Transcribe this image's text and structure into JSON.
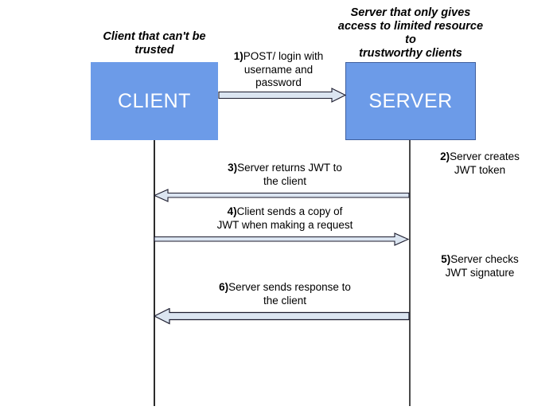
{
  "diagram": {
    "title_client": "Client that can't be\ntrusted",
    "title_server": "Server that only gives\naccess to limited resource\nto\ntrustworthy clients",
    "client_box_label": "CLIENT",
    "server_box_label": "SERVER",
    "colors": {
      "box_fill": "#6c9be8",
      "server_border": "#3f5f9e",
      "box_text": "#ffffff",
      "lifeline": "#2b2b2b",
      "arrow_fill": "#dbe5f1",
      "arrow_stroke": "#1c1c2e",
      "background": "#ffffff"
    },
    "messages": [
      {
        "number": "1)",
        "text": "POST/ login with\nusername and\npassword",
        "direction": "right",
        "from": "client",
        "to": "server"
      },
      {
        "number": "3)",
        "text": "Server returns JWT to\nthe client",
        "direction": "left",
        "from": "server",
        "to": "client"
      },
      {
        "number": "4)",
        "text": "Client sends a copy of\nJWT when making a request",
        "direction": "right",
        "from": "client",
        "to": "server"
      },
      {
        "number": "6)",
        "text": "Server sends response to\nthe client",
        "direction": "left",
        "from": "server",
        "to": "client"
      }
    ],
    "notes": [
      {
        "number": "2)",
        "text": "Server creates\nJWT token",
        "side": "server"
      },
      {
        "number": "5)",
        "text": "Server checks\nJWT signature",
        "side": "server"
      }
    ]
  }
}
